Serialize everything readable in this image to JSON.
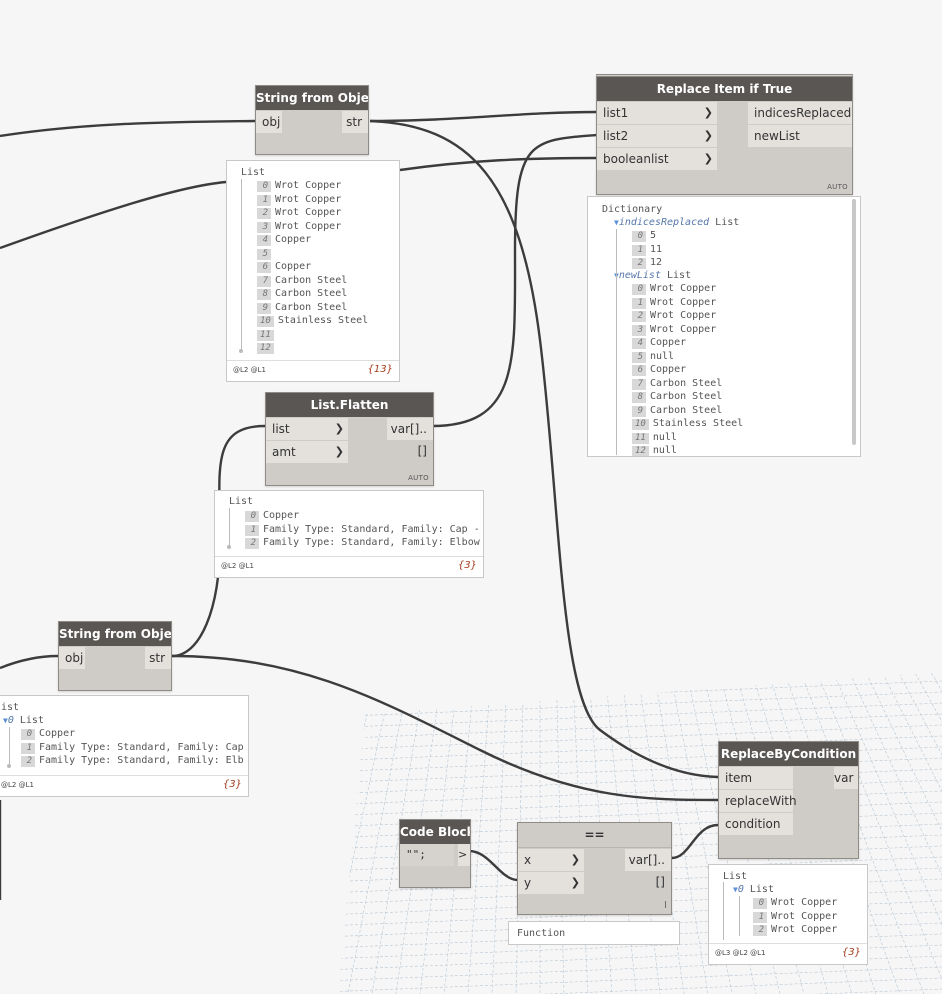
{
  "nodes": {
    "sfo_top": {
      "title": "String from Object",
      "in_label": "obj",
      "out_label": "str"
    },
    "replace_if_true": {
      "title": "Replace Item if True",
      "in_labels": [
        "list1",
        "list2",
        "booleanlist"
      ],
      "out_labels": [
        "indicesReplaced",
        "newList"
      ],
      "lacing": "AUTO"
    },
    "flatten": {
      "title": "List.Flatten",
      "in_labels": [
        "list",
        "amt"
      ],
      "out_label": "var[]..[]",
      "lacing": "AUTO"
    },
    "sfo_bottom": {
      "title": "String from Object",
      "in_label": "obj",
      "out_label": "str"
    },
    "replace_by_condition": {
      "title": "ReplaceByCondition",
      "in_labels": [
        "item",
        "replaceWith",
        "condition"
      ],
      "out_label": "var"
    },
    "code_block": {
      "title": "Code Block",
      "code": "\"\";",
      "out_label": ">"
    },
    "equals": {
      "title": "==",
      "in_labels": [
        "x",
        "y"
      ],
      "out_label": "var[]..[]",
      "lacing_mark": "l",
      "preview_label": "Function"
    }
  },
  "previews": {
    "sfo_top": {
      "header": "List",
      "items": [
        {
          "i": "0",
          "v": "Wrot Copper"
        },
        {
          "i": "1",
          "v": "Wrot Copper"
        },
        {
          "i": "2",
          "v": "Wrot Copper"
        },
        {
          "i": "3",
          "v": "Wrot Copper"
        },
        {
          "i": "4",
          "v": "Copper"
        },
        {
          "i": "5",
          "v": ""
        },
        {
          "i": "6",
          "v": "Copper"
        },
        {
          "i": "7",
          "v": "Carbon Steel"
        },
        {
          "i": "8",
          "v": "Carbon Steel"
        },
        {
          "i": "9",
          "v": "Carbon Steel"
        },
        {
          "i": "10",
          "v": "Stainless Steel"
        },
        {
          "i": "11",
          "v": ""
        },
        {
          "i": "12",
          "v": ""
        }
      ],
      "levels": "@L2 @L1",
      "count": "{13}"
    },
    "replace_if_true": {
      "header": "Dictionary",
      "key1": "indicesReplaced",
      "key1_type": "List",
      "indices": [
        {
          "i": "0",
          "v": "5"
        },
        {
          "i": "1",
          "v": "11"
        },
        {
          "i": "2",
          "v": "12"
        }
      ],
      "key2": "newList",
      "key2_type": "List",
      "new_list": [
        {
          "i": "0",
          "v": "Wrot Copper"
        },
        {
          "i": "1",
          "v": "Wrot Copper"
        },
        {
          "i": "2",
          "v": "Wrot Copper"
        },
        {
          "i": "3",
          "v": "Wrot Copper"
        },
        {
          "i": "4",
          "v": "Copper"
        },
        {
          "i": "5",
          "v": "null"
        },
        {
          "i": "6",
          "v": "Copper"
        },
        {
          "i": "7",
          "v": "Carbon Steel"
        },
        {
          "i": "8",
          "v": "Carbon Steel"
        },
        {
          "i": "9",
          "v": "Carbon Steel"
        },
        {
          "i": "10",
          "v": "Stainless Steel"
        },
        {
          "i": "11",
          "v": "null"
        },
        {
          "i": "12",
          "v": "null"
        }
      ]
    },
    "flatten": {
      "header": "List",
      "items": [
        {
          "i": "0",
          "v": "Copper"
        },
        {
          "i": "1",
          "v": "Family Type: Standard, Family: Cap -"
        },
        {
          "i": "2",
          "v": "Family Type: Standard, Family: Elbow"
        }
      ],
      "levels": "@L2 @L1",
      "count": "{3}"
    },
    "sfo_bottom": {
      "header": "ist",
      "sub_index": "0",
      "sub_header": "List",
      "items": [
        {
          "i": "0",
          "v": "Copper"
        },
        {
          "i": "1",
          "v": "Family Type: Standard, Family: Cap"
        },
        {
          "i": "2",
          "v": "Family Type: Standard, Family: Elb"
        }
      ],
      "levels": "@L2 @L1",
      "count": "{3}"
    },
    "replace_by_condition": {
      "header": "List",
      "sub_index": "0",
      "sub_header": "List",
      "items": [
        {
          "i": "0",
          "v": "Wrot Copper"
        },
        {
          "i": "1",
          "v": "Wrot Copper"
        },
        {
          "i": "2",
          "v": "Wrot Copper"
        }
      ],
      "levels": "@L3 @L2 @L1",
      "count": "{3}"
    }
  },
  "colors": {
    "canvas": "#f6f6f6",
    "node_header": "#5a5654",
    "node_body": "#cfccc8",
    "port": "#e4e1dd",
    "wire": "#3c3c3c",
    "grid": "#9fb3c4",
    "count": "#a33a1a"
  }
}
